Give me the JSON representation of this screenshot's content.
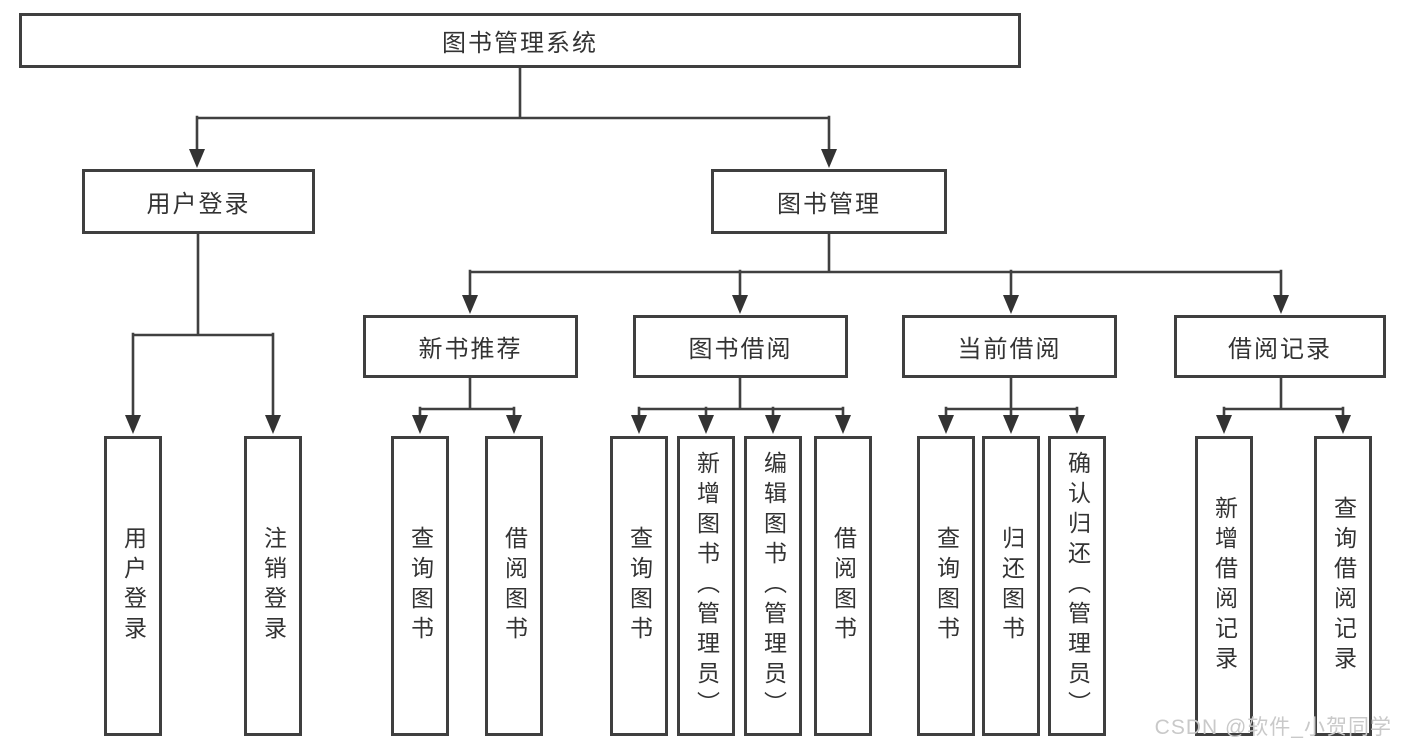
{
  "diagram": {
    "root": {
      "label": "图书管理系统"
    },
    "branches": [
      {
        "label": "用户登录",
        "children": [
          {
            "label": "用户登录"
          },
          {
            "label": "注销登录"
          }
        ]
      },
      {
        "label": "图书管理",
        "sections": [
          {
            "label": "新书推荐",
            "children": [
              {
                "label": "查询图书"
              },
              {
                "label": "借阅图书"
              }
            ]
          },
          {
            "label": "图书借阅",
            "children": [
              {
                "label": "查询图书"
              },
              {
                "label": "新增图书（管理员）"
              },
              {
                "label": "编辑图书（管理员）"
              },
              {
                "label": "借阅图书"
              }
            ]
          },
          {
            "label": "当前借阅",
            "children": [
              {
                "label": "查询图书"
              },
              {
                "label": "归还图书"
              },
              {
                "label": "确认归还（管理员）"
              }
            ]
          },
          {
            "label": "借阅记录",
            "children": [
              {
                "label": "新增借阅记录"
              },
              {
                "label": "查询借阅记录"
              }
            ]
          }
        ]
      }
    ]
  },
  "colors": {
    "line": "#404040",
    "border": "#3f3f3f",
    "text": "#333333",
    "watermark": "#c9c9c9",
    "background": "#ffffff"
  },
  "watermark": {
    "text": "CSDN @软件_小贺同学"
  }
}
